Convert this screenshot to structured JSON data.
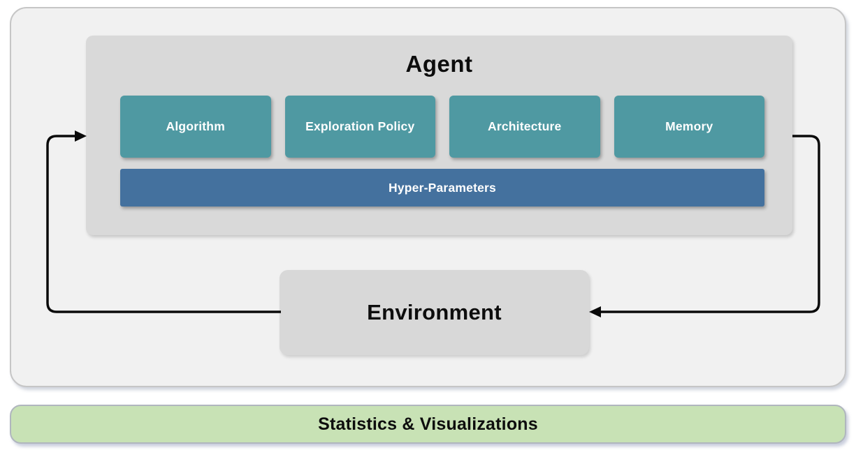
{
  "diagram": {
    "agent": {
      "title": "Agent",
      "components": [
        {
          "label": "Algorithm"
        },
        {
          "label": "Exploration Policy"
        },
        {
          "label": "Architecture"
        },
        {
          "label": "Memory"
        }
      ],
      "hyper_parameters_label": "Hyper-Parameters"
    },
    "environment": {
      "title": "Environment"
    },
    "footer": {
      "label": "Statistics & Visualizations"
    },
    "arrows": [
      {
        "name": "environment-to-agent",
        "from": "Environment",
        "to": "Agent",
        "side": "left"
      },
      {
        "name": "agent-to-environment",
        "from": "Agent",
        "to": "Environment",
        "side": "right"
      }
    ],
    "colors": {
      "outer_panel_bg": "#f1f1f1",
      "outer_panel_border": "#c6c6c6",
      "agent_panel_bg": "#d9d9d9",
      "environment_bg": "#d8d8d8",
      "component_teal": "#4f99a2",
      "hyper_parameters_blue": "#44719e",
      "footer_green": "#c8e2b5",
      "footer_border": "#b0b6be",
      "arrow_black": "#0a0a0a"
    }
  }
}
